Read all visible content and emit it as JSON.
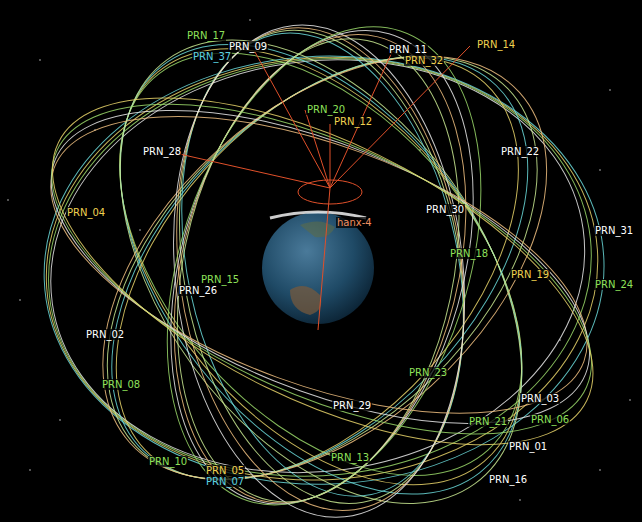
{
  "diagram": {
    "labels": [
      "PRN_17",
      "PRN_09",
      "PRN_37",
      "PRN_11",
      "PRN_14",
      "PRN_32",
      "PRN_20",
      "PRN_12",
      "PRN_28",
      "PRN_22",
      "hanx-4",
      "PRN_04",
      "PRN_30",
      "PRN_31",
      "PRN_18",
      "PRN_19",
      "PRN_24",
      "PRN_15",
      "PRN_26",
      "PRN_02",
      "PRN_08",
      "PRN_23",
      "PRN_29",
      "PRN_03",
      "PRN_06",
      "PRN_21",
      "PRN_01",
      "PRN_13",
      "PRN_10",
      "PRN_05",
      "PRN_07",
      "PRN_16"
    ]
  }
}
